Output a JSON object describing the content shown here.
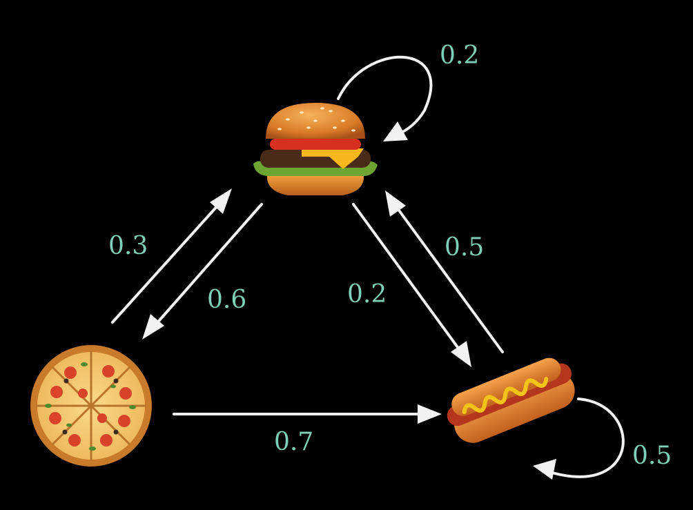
{
  "diagram": {
    "nodes": [
      {
        "id": "burger",
        "icon": "burger-icon"
      },
      {
        "id": "pizza",
        "icon": "pizza-icon"
      },
      {
        "id": "hotdog",
        "icon": "hotdog-icon"
      }
    ],
    "edges": [
      {
        "from": "burger",
        "to": "burger",
        "label": "0.2"
      },
      {
        "from": "pizza",
        "to": "burger",
        "label": "0.3"
      },
      {
        "from": "burger",
        "to": "pizza",
        "label": "0.6"
      },
      {
        "from": "burger",
        "to": "hotdog",
        "label": "0.2"
      },
      {
        "from": "hotdog",
        "to": "burger",
        "label": "0.5"
      },
      {
        "from": "pizza",
        "to": "hotdog",
        "label": "0.7"
      },
      {
        "from": "hotdog",
        "to": "hotdog",
        "label": "0.5"
      }
    ],
    "colors": {
      "background": "#000000",
      "arrow": "#f2f2f2",
      "label": "#7fd0b8"
    }
  }
}
